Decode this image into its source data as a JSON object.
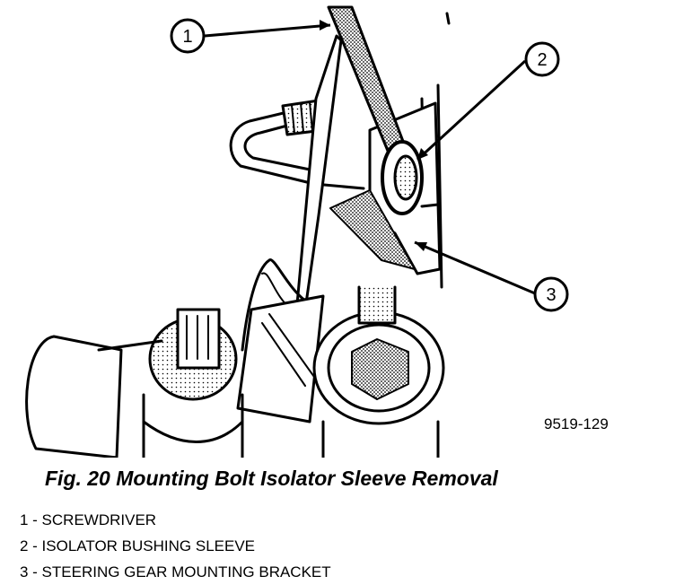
{
  "figure": {
    "id_label": "9519-129",
    "callouts": [
      {
        "number": "1"
      },
      {
        "number": "2"
      },
      {
        "number": "3"
      }
    ]
  },
  "caption": "Fig. 20 Mounting Bolt Isolator Sleeve Removal",
  "legend": [
    "1 - SCREWDRIVER",
    "2 - ISOLATOR BUSHING SLEEVE",
    "3 - STEERING GEAR MOUNTING BRACKET"
  ]
}
